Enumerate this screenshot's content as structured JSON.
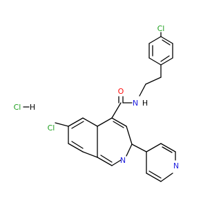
{
  "molecule": {
    "atoms": {
      "cl_top": "Cl",
      "n_amide": "N",
      "h_amide": "H",
      "o_carbonyl": "O",
      "cl_left": "Cl",
      "n_quinoline": "N",
      "n_pyridine": "N",
      "hcl": "Cl",
      "hcl_h": "H"
    },
    "colors": {
      "chlorine": "#1fa01f",
      "nitrogen": "#2020e0",
      "oxygen": "#ff0d0d",
      "carbon": "#000000"
    }
  }
}
